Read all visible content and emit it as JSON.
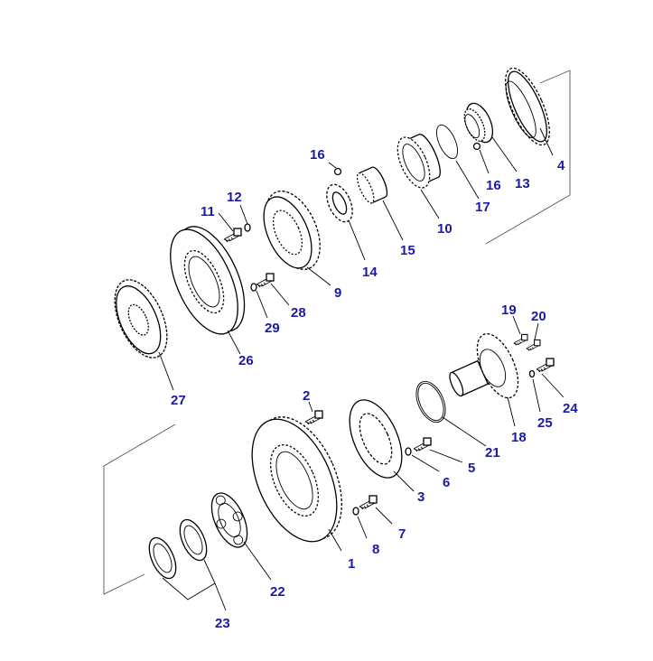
{
  "diagram": {
    "label_color": "#1a1aa8",
    "line_color": "#000000",
    "callouts": [
      {
        "id": "c1",
        "text": "1"
      },
      {
        "id": "c2",
        "text": "2"
      },
      {
        "id": "c3",
        "text": "3"
      },
      {
        "id": "c4",
        "text": "4"
      },
      {
        "id": "c5",
        "text": "5"
      },
      {
        "id": "c6",
        "text": "6"
      },
      {
        "id": "c7",
        "text": "7"
      },
      {
        "id": "c8",
        "text": "8"
      },
      {
        "id": "c9",
        "text": "9"
      },
      {
        "id": "c10",
        "text": "10"
      },
      {
        "id": "c11",
        "text": "11"
      },
      {
        "id": "c12",
        "text": "12"
      },
      {
        "id": "c13",
        "text": "13"
      },
      {
        "id": "c14",
        "text": "14"
      },
      {
        "id": "c15",
        "text": "15"
      },
      {
        "id": "c16a",
        "text": "16"
      },
      {
        "id": "c16b",
        "text": "16"
      },
      {
        "id": "c17",
        "text": "17"
      },
      {
        "id": "c18",
        "text": "18"
      },
      {
        "id": "c19",
        "text": "19"
      },
      {
        "id": "c20",
        "text": "20"
      },
      {
        "id": "c21",
        "text": "21"
      },
      {
        "id": "c22",
        "text": "22"
      },
      {
        "id": "c23",
        "text": "23"
      },
      {
        "id": "c24",
        "text": "24"
      },
      {
        "id": "c25",
        "text": "25"
      },
      {
        "id": "c26",
        "text": "26"
      },
      {
        "id": "c27",
        "text": "27"
      },
      {
        "id": "c28",
        "text": "28"
      },
      {
        "id": "c29",
        "text": "29"
      }
    ]
  }
}
